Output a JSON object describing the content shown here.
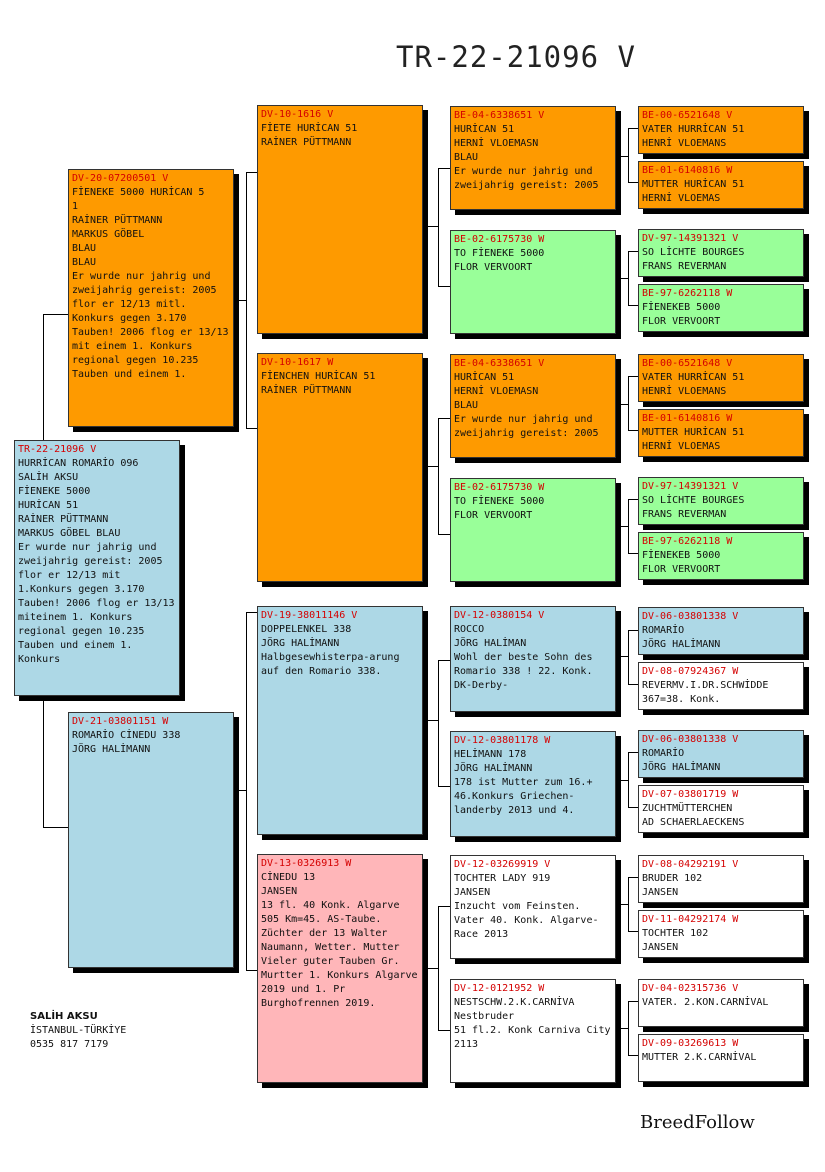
{
  "title": "TR-22-21096 V",
  "subject": {
    "ring": "TR-22-21096 V",
    "lines": [
      "HURRİCAN ROMARİO 096",
      "SALİH AKSU",
      "FİENEKE 5000",
      "HURİCAN 51",
      "RAİNER PÜTTMANN",
      "MARKUS GÖBEL BLAU"
    ],
    "notes": "Er wurde nur jahrig und zweijahrig gereist: 2005 flor er 12/13 mit 1.Konkurs gegen 3.170 Tauben! 2006 flog er 13/13 miteinem 1. Konkurs regional gegen 10.235 Tauben und einem 1. Konkurs"
  },
  "sire": {
    "ring": "DV-20-07200501 V",
    "lines": [
      "FİENEKE 5000 HURİCAN 5",
      "1",
      "RAİNER PÜTTMANN",
      "MARKUS GÖBEL",
      "BLAU",
      "BLAU"
    ],
    "notes": "Er wurde nur jahrig und zweijahrig gereist: 2005 flor er 12/13 mitl. Konkurs gegen 3.170 Tauben! 2006 flog er 13/13 mit einem 1. Konkurs regional gegen 10.235 Tauben und einem 1."
  },
  "dam": {
    "ring": "DV-21-03801151 W",
    "lines": [
      "ROMARİO CİNEDU 338",
      "JÖRG HALİMANN"
    ],
    "notes": ""
  },
  "ss": {
    "ring": "DV-10-1616 V",
    "lines": [
      "FİETE HURİCAN 51",
      "RAİNER PÜTTMANN"
    ],
    "notes": ""
  },
  "sd": {
    "ring": "DV-10-1617 W",
    "lines": [
      "FİENCHEN HURİCAN 51",
      "RAİNER PÜTTMANN"
    ],
    "notes": ""
  },
  "ds": {
    "ring": "DV-19-38011146 V",
    "lines": [
      "DOPPELENKEL 338",
      "JÖRG HALİMANN"
    ],
    "notes": "Halbgesewhisterpa-arung auf den Romario 338."
  },
  "dd": {
    "ring": "DV-13-0326913 W",
    "lines": [
      "CİNEDU 13",
      "JANSEN"
    ],
    "notes": "13 fl. 40 Konk. Algarve 505 Km=45. AS-Taube. Züchter der 13 Walter Naumann, Wetter. Mutter Vieler guter Tauben Gr. Murtter 1. Konkurs Algarve 2019 und 1. Pr Burghofrennen 2019."
  },
  "sss": {
    "ring": "BE-04-6338651 V",
    "lines": [
      "HURİCAN 51",
      "HERNİ VLOEMASN",
      "BLAU"
    ],
    "notes": "Er wurde nur jahrig und zweijahrig gereist: 2005"
  },
  "ssd": {
    "ring": "BE-02-6175730 W",
    "lines": [
      "TO FİENEKE 5000",
      "FLOR VERVOORT"
    ],
    "notes": ""
  },
  "sds": {
    "ring": "BE-04-6338651 V",
    "lines": [
      "HURİCAN 51",
      "HERNİ VLOEMASN",
      "BLAU"
    ],
    "notes": "Er wurde nur jahrig und zweijahrig gereist: 2005"
  },
  "sdd": {
    "ring": "BE-02-6175730 W",
    "lines": [
      "TO FİENEKE 5000",
      "FLOR VERVOORT"
    ],
    "notes": ""
  },
  "dss": {
    "ring": "DV-12-0380154 V",
    "lines": [
      "ROCCO",
      "JÖRG HALİMAN"
    ],
    "notes": "Wohl der beste Sohn des Romario 338 ! 22. Konk. DK-Derby-"
  },
  "dsd": {
    "ring": "DV-12-03801178 W",
    "lines": [
      "HELİMANN 178",
      "JÖRG HALİMANN"
    ],
    "notes": "178 ist Mutter zum 16.+ 46.Konkurs Griechen-landerby 2013 und 4."
  },
  "dds": {
    "ring": "DV-12-03269919 V",
    "lines": [
      "TOCHTER LADY 919",
      "JANSEN"
    ],
    "notes": "Inzucht vom Feinsten. Vater 40. Konk. Algarve-Race 2013"
  },
  "ddd": {
    "ring": "DV-12-0121952 W",
    "lines": [
      "NESTSCHW.2.K.CARNİVA",
      "Nestbruder"
    ],
    "notes": "51 fl.2. Konk Carniva City 2113"
  },
  "g4": [
    {
      "ring": "BE-00-6521648 V",
      "lines": [
        "VATER HURRİCAN 51",
        "HENRİ VLOEMANS"
      ]
    },
    {
      "ring": "BE-01-6140816 W",
      "lines": [
        "MUTTER HURİCAN 51",
        "HERNİ VLOEMAS"
      ]
    },
    {
      "ring": "DV-97-14391321 V",
      "lines": [
        "SO LİCHTE BOURGES",
        "FRANS REVERMAN"
      ]
    },
    {
      "ring": "BE-97-6262118 W",
      "lines": [
        "FİENEKEB 5000",
        "FLOR VERVOORT"
      ]
    },
    {
      "ring": "BE-00-6521648 V",
      "lines": [
        "VATER HURRİCAN 51",
        "HENRİ VLOEMANS"
      ]
    },
    {
      "ring": "BE-01-6140816 W",
      "lines": [
        "MUTTER HURİCAN 51",
        "HERNİ VLOEMAS"
      ]
    },
    {
      "ring": "DV-97-14391321 V",
      "lines": [
        "SO LİCHTE BOURGES",
        "FRANS REVERMAN"
      ]
    },
    {
      "ring": "BE-97-6262118 W",
      "lines": [
        "FİENEKEB 5000",
        "FLOR VERVOORT"
      ]
    },
    {
      "ring": "DV-06-03801338 V",
      "lines": [
        "ROMARİO",
        "JÖRG HALİMANN"
      ]
    },
    {
      "ring": "DV-08-07924367 W",
      "lines": [
        "REVERMV.I.DR.SCHWİDDE",
        "367=38. Konk."
      ]
    },
    {
      "ring": "DV-06-03801338 V",
      "lines": [
        "ROMARİO",
        "JÖRG HALİMANN"
      ]
    },
    {
      "ring": "DV-07-03801719 W",
      "lines": [
        "ZUCHTMÜTTERCHEN",
        "AD SCHAERLAECKENS"
      ]
    },
    {
      "ring": "DV-08-04292191 V",
      "lines": [
        "BRUDER 102",
        "JANSEN"
      ]
    },
    {
      "ring": "DV-11-04292174 W",
      "lines": [
        "TOCHTER 102",
        "JANSEN"
      ]
    },
    {
      "ring": "DV-04-02315736 V",
      "lines": [
        "VATER. 2.KON.CARNİVAL"
      ]
    },
    {
      "ring": "DV-09-03269613 W",
      "lines": [
        "MUTTER 2.K.CARNİVAL"
      ]
    }
  ],
  "owner": {
    "name": "SALİH AKSU",
    "city": "İSTANBUL-TÜRKİYE",
    "phone": "0535 817 7179"
  },
  "brand": "BreedFollow",
  "colors": {
    "orange": "#fe9a00",
    "green": "#99ff99",
    "blue": "#add8e6",
    "pink": "#ffb6b9",
    "white": "#ffffff",
    "ring_red": "#d40000"
  }
}
